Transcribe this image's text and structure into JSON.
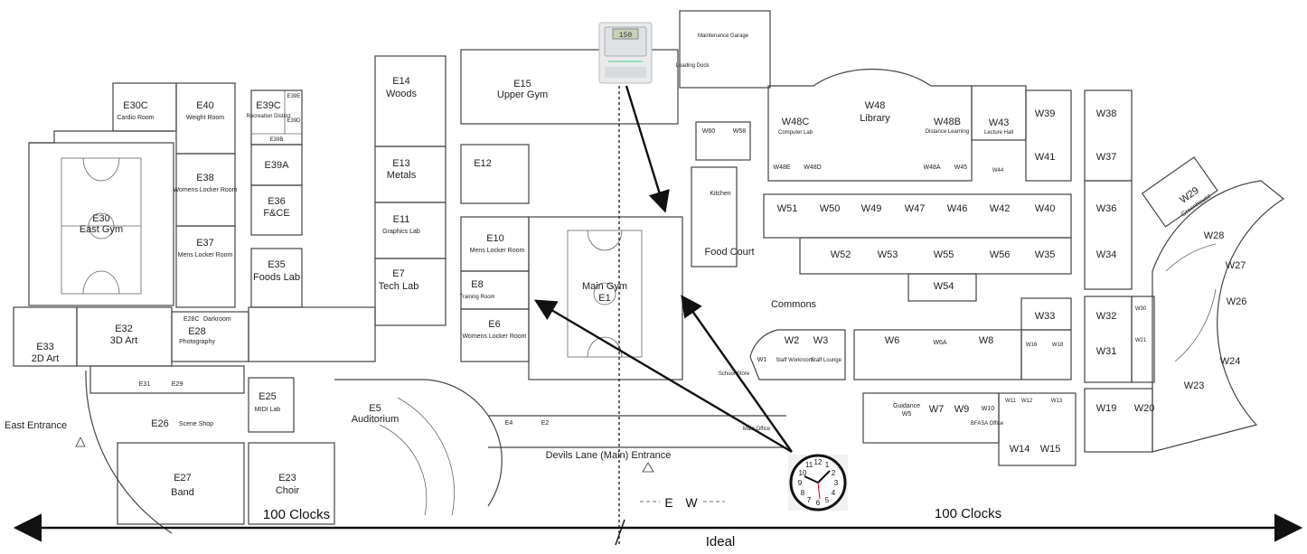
{
  "map": {
    "entrances": {
      "east": "East Entrance",
      "main": "Devils Lane (Main) Entrance"
    },
    "annotations": {
      "left_count": "100 Clocks",
      "right_count": "100 Clocks",
      "center": "Ideal",
      "east_wing": "E",
      "west_wing": "W"
    },
    "rooms": [
      {
        "id": "e30c",
        "label": "E30C",
        "sub": "Cardio Room"
      },
      {
        "id": "e40",
        "label": "E40",
        "sub": "Weight Room"
      },
      {
        "id": "e39c",
        "label": "E39C",
        "sub": "Recreation District"
      },
      {
        "id": "e39e",
        "label": "E39E",
        "sub": ""
      },
      {
        "id": "e39d",
        "label": "E39D",
        "sub": ""
      },
      {
        "id": "e39b",
        "label": "E39B",
        "sub": ""
      },
      {
        "id": "e30",
        "label": "E30",
        "sub": "East Gym"
      },
      {
        "id": "e38",
        "label": "E38",
        "sub": "Womens Locker Room"
      },
      {
        "id": "e39a",
        "label": "E39A",
        "sub": ""
      },
      {
        "id": "e36",
        "label": "E36",
        "sub": "F&CE"
      },
      {
        "id": "e37",
        "label": "E37",
        "sub": "Mens Locker Room"
      },
      {
        "id": "e35",
        "label": "E35",
        "sub": "Foods Lab"
      },
      {
        "id": "e28c",
        "label": "E28C",
        "sub": "Darkroom"
      },
      {
        "id": "e28",
        "label": "E28",
        "sub": "Photography"
      },
      {
        "id": "e32",
        "label": "E32",
        "sub": "3D Art"
      },
      {
        "id": "e33",
        "label": "E33",
        "sub": "2D Art"
      },
      {
        "id": "e31",
        "label": "E31",
        "sub": ""
      },
      {
        "id": "e29",
        "label": "E29",
        "sub": ""
      },
      {
        "id": "e26",
        "label": "E26",
        "sub": "Scene Shop"
      },
      {
        "id": "e25",
        "label": "E25",
        "sub": "MIDI Lab"
      },
      {
        "id": "e27",
        "label": "E27",
        "sub": "Band"
      },
      {
        "id": "e23",
        "label": "E23",
        "sub": "Choir"
      },
      {
        "id": "e5",
        "label": "E5",
        "sub": "Auditorium"
      },
      {
        "id": "e14",
        "label": "E14",
        "sub": "Woods"
      },
      {
        "id": "e13",
        "label": "E13",
        "sub": "Metals"
      },
      {
        "id": "e11",
        "label": "E11",
        "sub": "Graphics Lab"
      },
      {
        "id": "e7",
        "label": "E7",
        "sub": "Tech Lab"
      },
      {
        "id": "e15",
        "label": "E15",
        "sub": "Upper Gym"
      },
      {
        "id": "e12",
        "label": "E12",
        "sub": ""
      },
      {
        "id": "e10",
        "label": "E10",
        "sub": "Mens Locker Room"
      },
      {
        "id": "e8",
        "label": "E8",
        "sub": "Training Room"
      },
      {
        "id": "e6",
        "label": "E6",
        "sub": "Womens Locker Room"
      },
      {
        "id": "e1",
        "label": "Main Gym",
        "sub": "E1"
      },
      {
        "id": "e4",
        "label": "E4",
        "sub": ""
      },
      {
        "id": "e2",
        "label": "E2",
        "sub": ""
      },
      {
        "id": "maint",
        "label": "Maintenance Garage",
        "sub": ""
      },
      {
        "id": "loading",
        "label": "Loading Dock",
        "sub": ""
      },
      {
        "id": "w60",
        "label": "W60",
        "sub": ""
      },
      {
        "id": "w58",
        "label": "W58",
        "sub": ""
      },
      {
        "id": "kitchen",
        "label": "Kitchen",
        "sub": ""
      },
      {
        "id": "food",
        "label": "Food Court",
        "sub": ""
      },
      {
        "id": "w48c",
        "label": "W48C",
        "sub": "Computer Lab"
      },
      {
        "id": "w48",
        "label": "W48",
        "sub": "Library"
      },
      {
        "id": "w48b",
        "label": "W48B",
        "sub": "Distance Learning"
      },
      {
        "id": "w43",
        "label": "W43",
        "sub": "Lecture Hall"
      },
      {
        "id": "w39",
        "label": "W39",
        "sub": ""
      },
      {
        "id": "w38",
        "label": "W38",
        "sub": ""
      },
      {
        "id": "w48e",
        "label": "W48E",
        "sub": ""
      },
      {
        "id": "w48d",
        "label": "W48D",
        "sub": ""
      },
      {
        "id": "w48a",
        "label": "W48A",
        "sub": ""
      },
      {
        "id": "w45",
        "label": "W45",
        "sub": ""
      },
      {
        "id": "w44",
        "label": "W44",
        "sub": ""
      },
      {
        "id": "w41",
        "label": "W41",
        "sub": ""
      },
      {
        "id": "w37",
        "label": "W37",
        "sub": ""
      },
      {
        "id": "w51",
        "label": "W51",
        "sub": ""
      },
      {
        "id": "w50",
        "label": "W50",
        "sub": ""
      },
      {
        "id": "w49",
        "label": "W49",
        "sub": ""
      },
      {
        "id": "w47",
        "label": "W47",
        "sub": ""
      },
      {
        "id": "w46",
        "label": "W46",
        "sub": ""
      },
      {
        "id": "w42",
        "label": "W42",
        "sub": ""
      },
      {
        "id": "w40",
        "label": "W40",
        "sub": ""
      },
      {
        "id": "w36",
        "label": "W36",
        "sub": ""
      },
      {
        "id": "w52",
        "label": "W52",
        "sub": ""
      },
      {
        "id": "w53",
        "label": "W53",
        "sub": ""
      },
      {
        "id": "w55",
        "label": "W55",
        "sub": ""
      },
      {
        "id": "w56",
        "label": "W56",
        "sub": ""
      },
      {
        "id": "w35",
        "label": "W35",
        "sub": ""
      },
      {
        "id": "w34",
        "label": "W34",
        "sub": ""
      },
      {
        "id": "w54",
        "label": "W54",
        "sub": ""
      },
      {
        "id": "commons",
        "label": "Commons",
        "sub": ""
      },
      {
        "id": "w33",
        "label": "W33",
        "sub": ""
      },
      {
        "id": "w32",
        "label": "W32",
        "sub": ""
      },
      {
        "id": "w30",
        "label": "W30",
        "sub": ""
      },
      {
        "id": "w2",
        "label": "W2",
        "sub": "Staff Workroom"
      },
      {
        "id": "w3",
        "label": "W3",
        "sub": "Staff Lounge"
      },
      {
        "id": "w1",
        "label": "W1",
        "sub": ""
      },
      {
        "id": "schoolstore",
        "label": "School Store",
        "sub": ""
      },
      {
        "id": "w6",
        "label": "W6",
        "sub": ""
      },
      {
        "id": "w6a",
        "label": "W6A",
        "sub": ""
      },
      {
        "id": "w8",
        "label": "W8",
        "sub": ""
      },
      {
        "id": "w16",
        "label": "W16",
        "sub": ""
      },
      {
        "id": "w18",
        "label": "W18",
        "sub": ""
      },
      {
        "id": "w31",
        "label": "W31",
        "sub": ""
      },
      {
        "id": "w21",
        "label": "W21",
        "sub": ""
      },
      {
        "id": "guidance",
        "label": "Guidance",
        "sub": "W5"
      },
      {
        "id": "w7",
        "label": "W7",
        "sub": ""
      },
      {
        "id": "w9",
        "label": "W9",
        "sub": ""
      },
      {
        "id": "w10",
        "label": "W10",
        "sub": "BFASA Office"
      },
      {
        "id": "w11",
        "label": "W11",
        "sub": ""
      },
      {
        "id": "w12",
        "label": "W12",
        "sub": ""
      },
      {
        "id": "w13",
        "label": "W13",
        "sub": ""
      },
      {
        "id": "w14",
        "label": "W14",
        "sub": ""
      },
      {
        "id": "w15",
        "label": "W15",
        "sub": ""
      },
      {
        "id": "w19",
        "label": "W19",
        "sub": ""
      },
      {
        "id": "w20",
        "label": "W20",
        "sub": ""
      },
      {
        "id": "mainoffice",
        "label": "Main Office",
        "sub": ""
      },
      {
        "id": "w29",
        "label": "W29",
        "sub": "Greenhouse"
      },
      {
        "id": "w28",
        "label": "W28",
        "sub": ""
      },
      {
        "id": "w27",
        "label": "W27",
        "sub": ""
      },
      {
        "id": "w26",
        "label": "W26",
        "sub": ""
      },
      {
        "id": "w24",
        "label": "W24",
        "sub": ""
      },
      {
        "id": "w23",
        "label": "W23",
        "sub": ""
      }
    ],
    "thermostat": {
      "display": "150"
    }
  }
}
